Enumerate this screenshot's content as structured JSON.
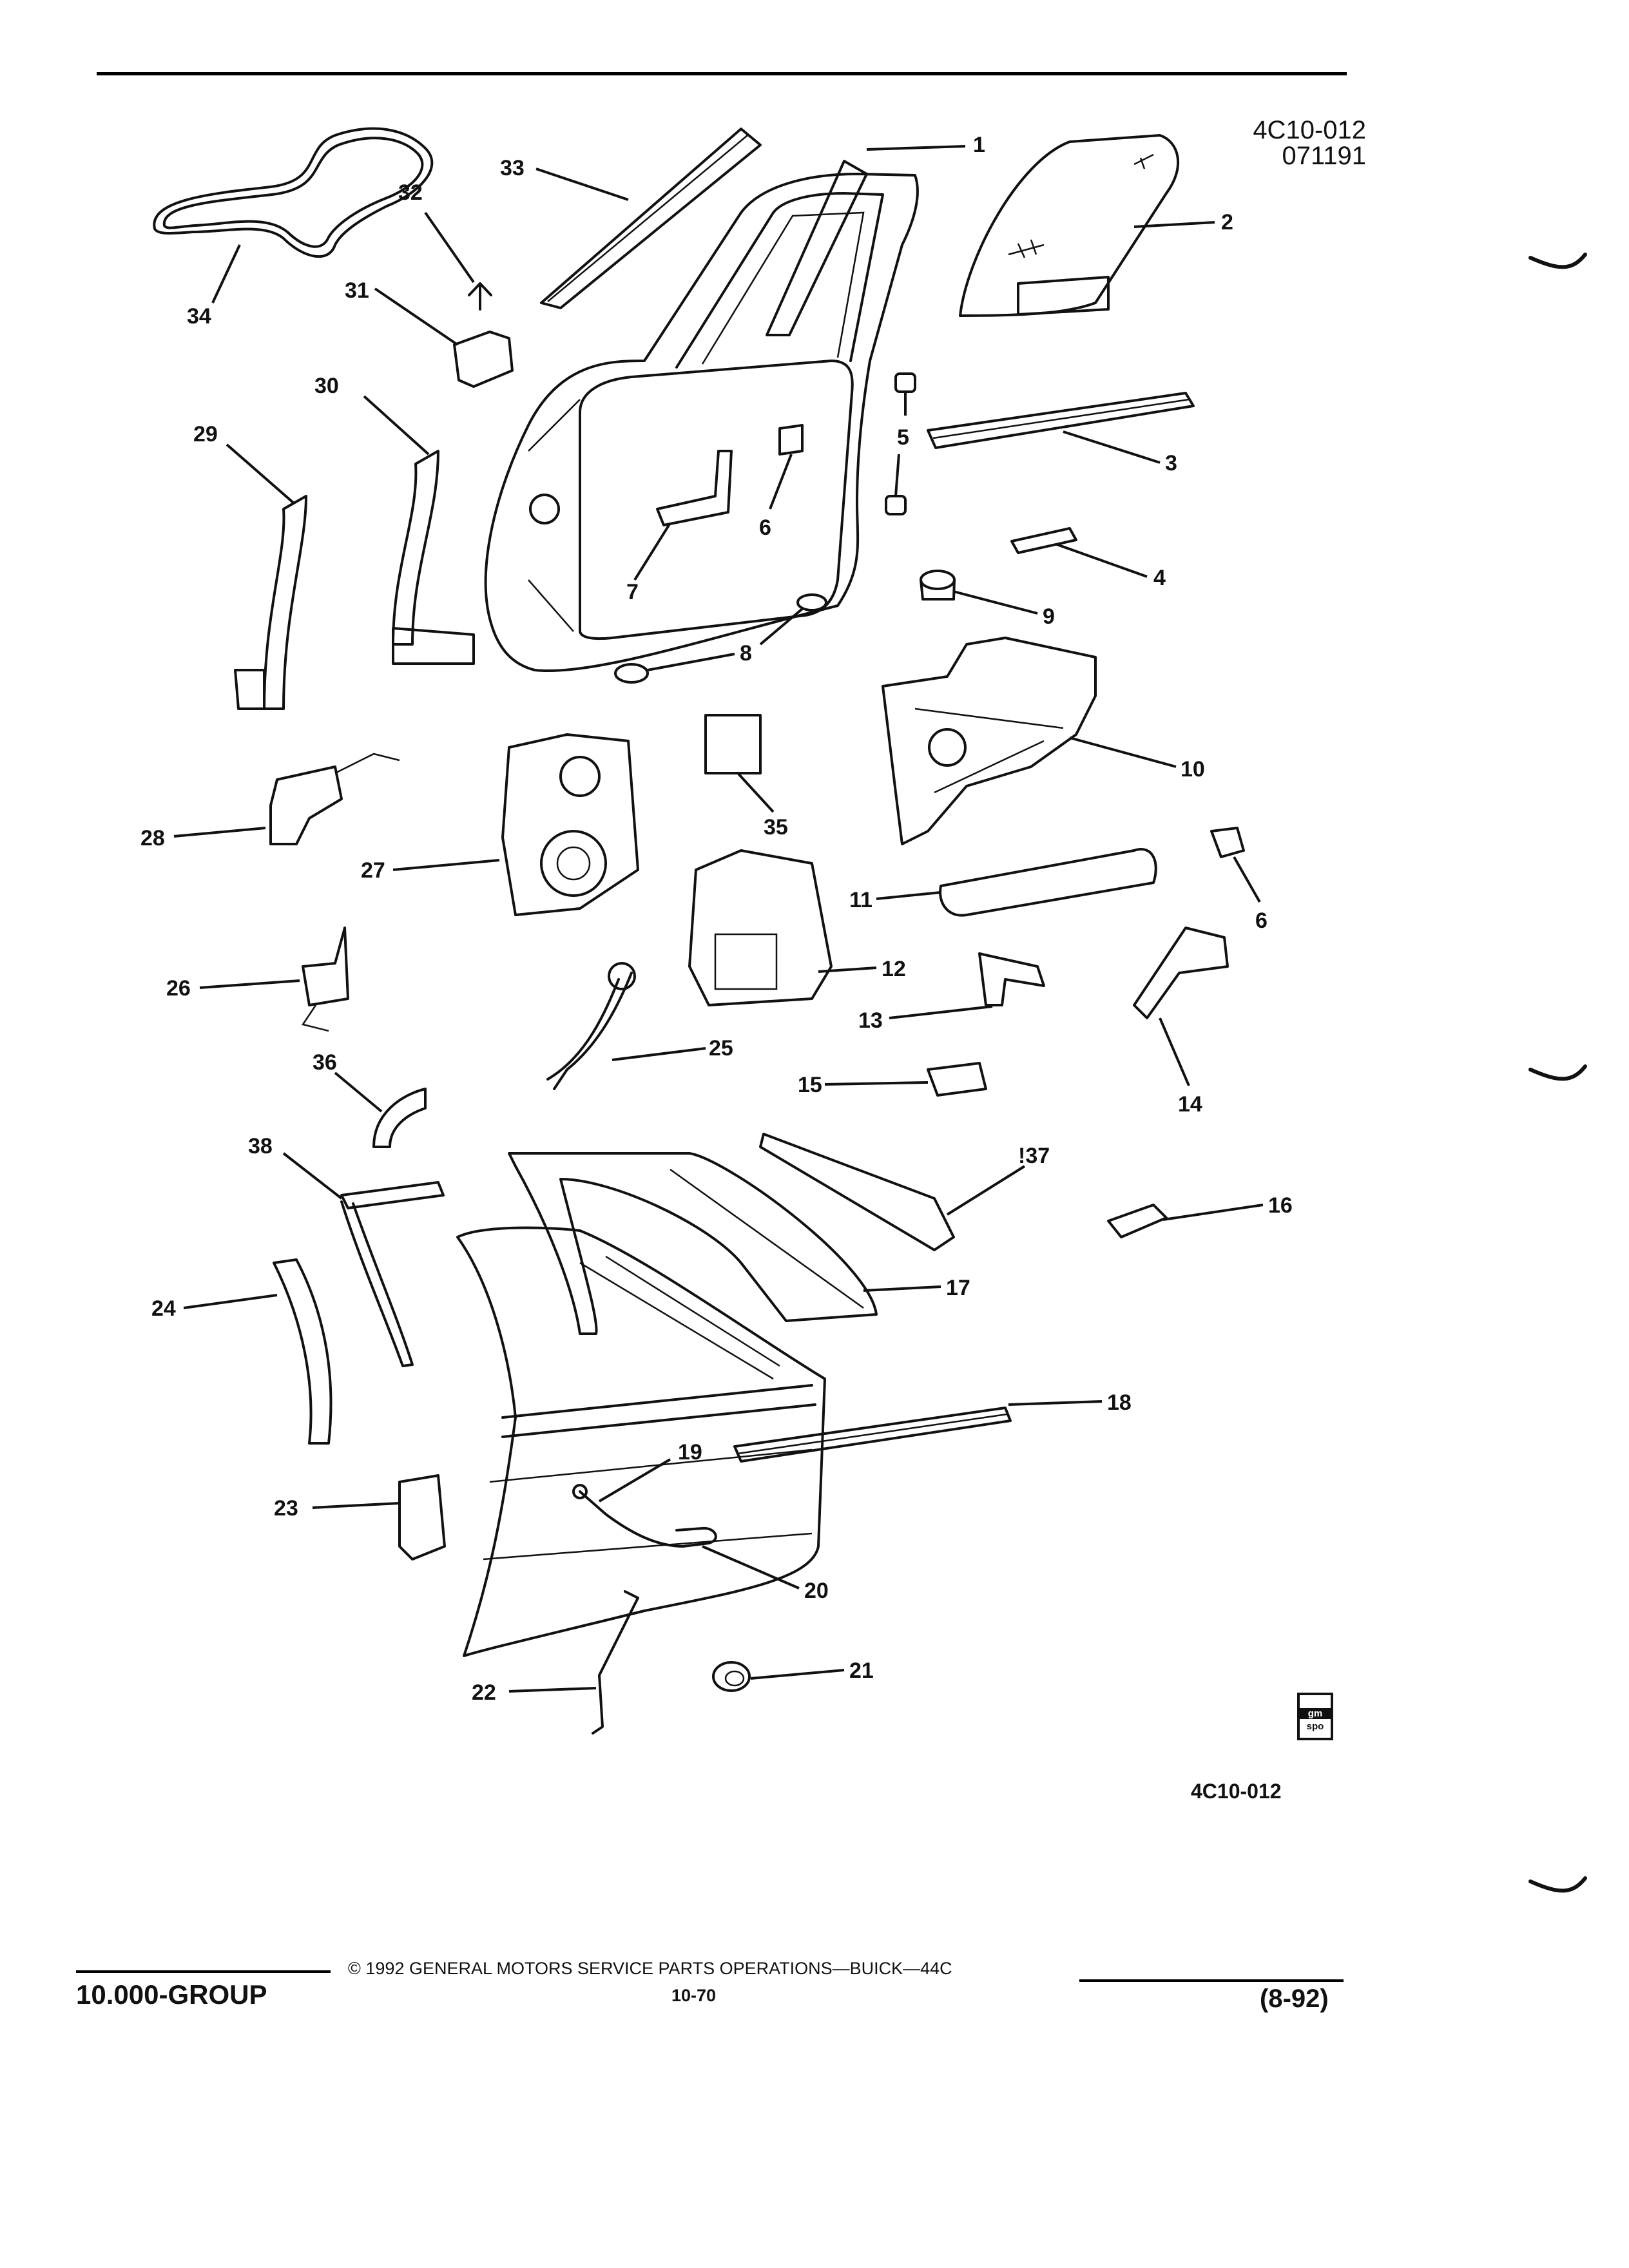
{
  "figure": {
    "id": "4C10-012",
    "date_code": "071191",
    "bottom_code": "4C10-012"
  },
  "callouts": {
    "c1": "1",
    "c2": "2",
    "c3": "3",
    "c4": "4",
    "c5": "5",
    "c6a": "6",
    "c6b": "6",
    "c7": "7",
    "c8": "8",
    "c9": "9",
    "c10": "10",
    "c11": "11",
    "c12": "12",
    "c13": "13",
    "c14": "14",
    "c15": "15",
    "c16": "16",
    "c17": "17",
    "c18": "18",
    "c19": "19",
    "c20": "20",
    "c21": "21",
    "c22": "22",
    "c23": "23",
    "c24": "24",
    "c25": "25",
    "c26": "26",
    "c27": "27",
    "c28": "28",
    "c29": "29",
    "c30": "30",
    "c31": "31",
    "c32": "32",
    "c33": "33",
    "c34": "34",
    "c35": "35",
    "c36": "36",
    "c37": "!37",
    "c38": "38"
  },
  "logo": {
    "line1": "gm",
    "line2": "spo"
  },
  "footer": {
    "group": "10.000-GROUP",
    "copyright": "© 1992 GENERAL MOTORS SERVICE PARTS OPERATIONS—BUICK—44C",
    "page": "10-70",
    "revision": "(8-92)"
  }
}
